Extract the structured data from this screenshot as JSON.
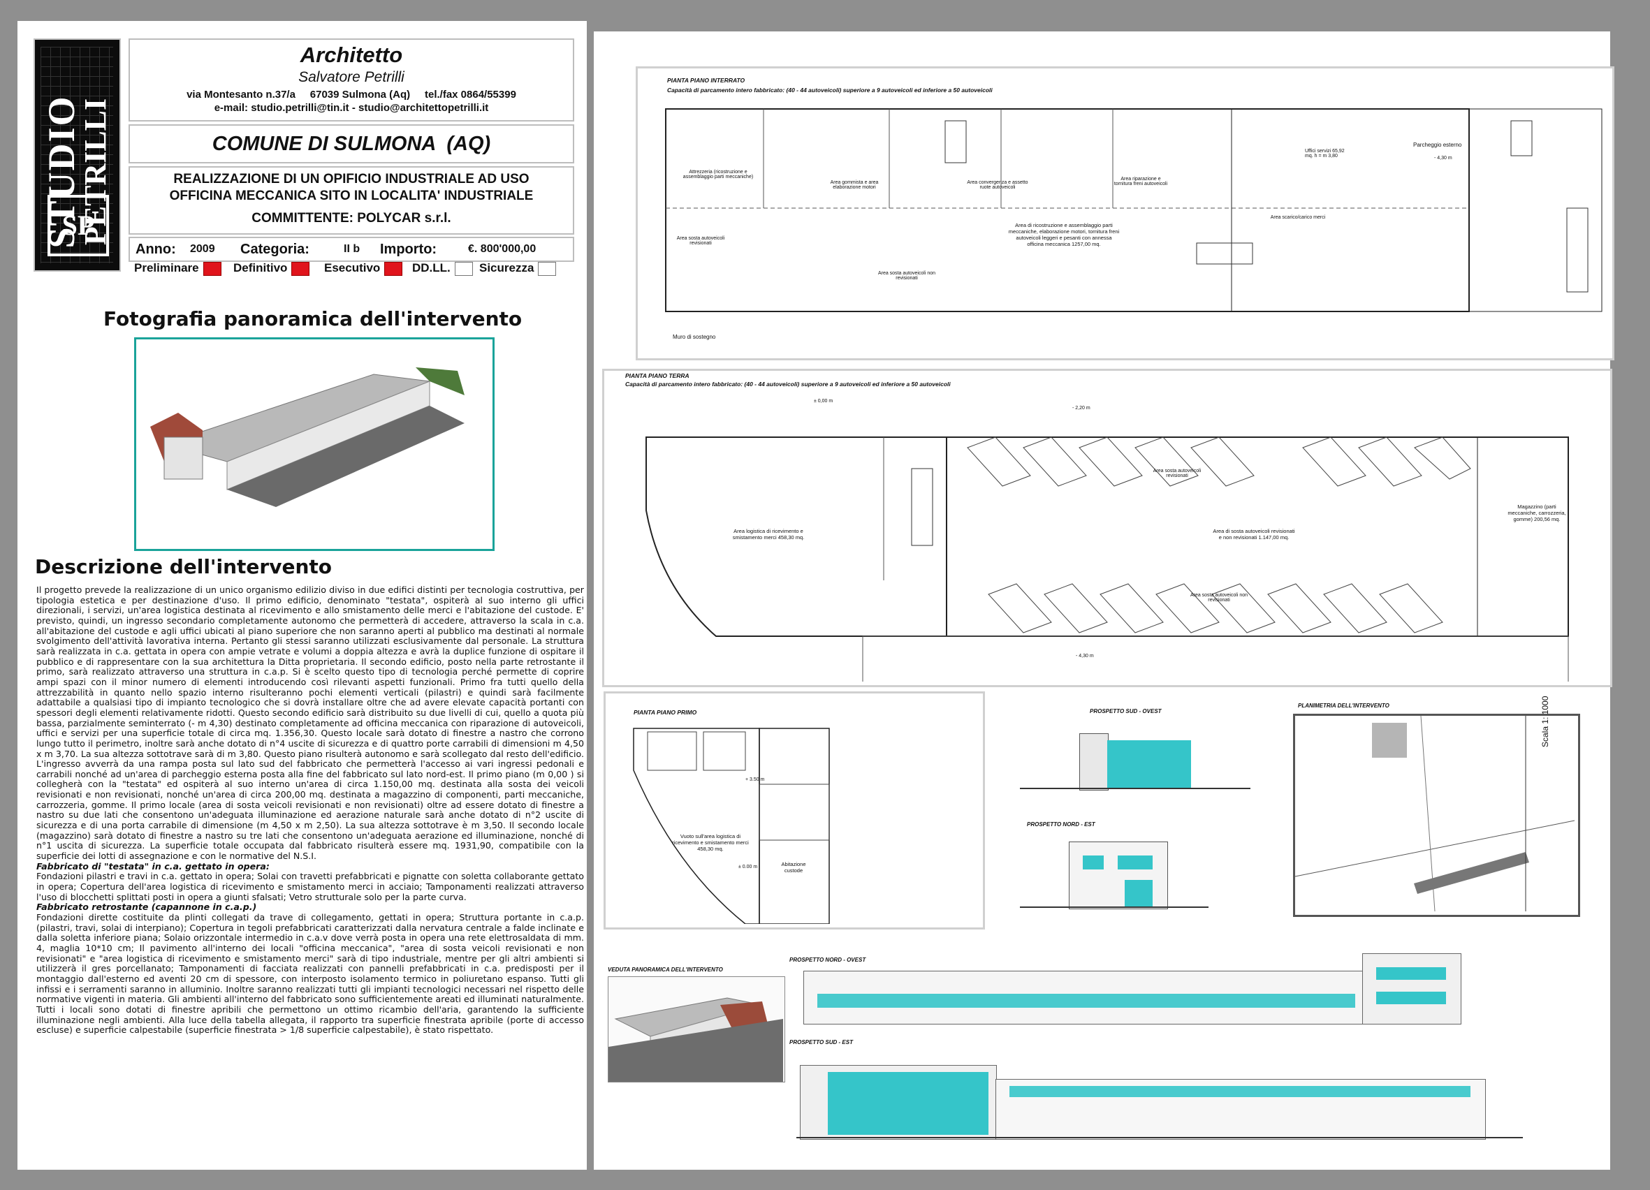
{
  "header": {
    "logo_line1": "STUDIO",
    "logo_line2": "PETRILLI",
    "logo_mark": "SP",
    "profession": "Architetto",
    "name": "Salvatore Petrilli",
    "address": "via Montesanto n.37/a     67039 Sulmona (Aq)     tel./fax 0864/55399",
    "email": "e-mail: studio.petrilli@tin.it - studio@architettopetrilli.it",
    "comune": "COMUNE DI SULMONA  (AQ)",
    "project_line1": "REALIZZAZIONE DI UN OPIFICIO INDUSTRIALE AD USO",
    "project_line2": "OFFICINA MECCANICA SITO IN LOCALITA' INDUSTRIALE",
    "committente": "COMMITTENTE: POLYCAR s.r.l."
  },
  "info": {
    "anno_label": "Anno:",
    "anno_value": "2009",
    "categoria_label": "Categoria:",
    "categoria_value": "II b",
    "importo_label": "Importo:",
    "importo_value": "€. 800'000,00"
  },
  "phases": [
    {
      "label": "Preliminare",
      "checked": true
    },
    {
      "label": "Definitivo",
      "checked": true
    },
    {
      "label": "Esecutivo",
      "checked": true
    },
    {
      "label": "DD.LL.",
      "checked": false
    },
    {
      "label": "Sicurezza",
      "checked": false
    }
  ],
  "photo": {
    "title": "Fotografia panoramica dell'intervento"
  },
  "description": {
    "title": "Descrizione dell'intervento",
    "p1": "Il progetto prevede la realizzazione di un unico organismo edilizio diviso in due edifici distinti per tecnologia costruttiva, per tipologia estetica e per destinazione d'uso. Il primo edificio, denominato \"testata\", ospiterà al suo interno gli uffici direzionali, i servizi, un'area logistica destinata al ricevimento e allo smistamento delle merci e l'abitazione del custode. E' previsto, quindi, un ingresso secondario completamente autonomo che permetterà di accedere, attraverso la scala in c.a. all'abitazione del custode e agli uffici ubicati al piano superiore che non saranno aperti al pubblico ma destinati al normale svolgimento dell'attività lavorativa interna. Pertanto gli stessi saranno utilizzati esclusivamente dal personale. La struttura sarà realizzata in c.a. gettata in opera con ampie vetrate e volumi a doppia altezza e avrà la duplice funzione di ospitare il pubblico e di rappresentare con la sua architettura la Ditta proprietaria. Il secondo edificio, posto nella parte retrostante il primo, sarà realizzato attraverso una struttura in c.a.p. Si è scelto questo tipo di tecnologia perché permette di coprire ampi spazi con il minor numero di elementi introducendo così rilevanti aspetti funzionali. Primo fra tutti quello della attrezzabilità in quanto nello spazio interno risulteranno pochi elementi verticali (pilastri) e quindi sarà facilmente adattabile a qualsiasi tipo di impianto tecnologico che si dovrà installare oltre che ad avere elevate capacità portanti con spessori degli elementi relativamente ridotti. Questo secondo edificio sarà distribuito su due livelli di cui, quello a quota più bassa, parzialmente seminterrato (- m 4,30) destinato completamente ad officina meccanica con riparazione di autoveicoli, uffici e servizi per una superficie totale di circa mq. 1.356,30.  Questo locale sarà dotato di finestre a nastro che corrono lungo tutto il perimetro, inoltre sarà anche dotato di n°4 uscite di sicurezza e di quattro porte carrabili di dimensioni m 4,50 x m 3,70. La sua altezza sottotrave sarà di m 3,80. Questo piano risulterà autonomo e sarà scollegato dal resto dell'edificio. L'ingresso avverrà da una rampa posta sul lato sud del fabbricato che permetterà l'accesso ai vari ingressi pedonali e carrabili nonché ad un'area di parcheggio esterna posta alla fine del fabbricato sul lato nord-est. Il primo piano (m 0,00 ) si collegherà con la \"testata\" ed ospiterà al suo interno un'area di circa 1.150,00 mq. destinata alla sosta dei veicoli revisionati e non revisionati, nonché un'area di circa 200,00 mq. destinata a magazzino di componenti, parti meccaniche, carrozzeria, gomme. Il primo locale (area di sosta veicoli revisionati e non revisionati) oltre ad essere dotato di finestre a nastro su due lati che consentono un'adeguata illuminazione ed aerazione naturale sarà anche dotato di n°2 uscite di sicurezza e di una porta carrabile di dimensione (m 4,50 x m 2,50). La sua altezza sottotrave è m 3,50.  Il secondo locale (magazzino) sarà dotato di finestre a nastro su tre lati che consentono un'adeguata aerazione ed illuminazione, nonché di n°1 uscita di sicurezza. La superficie totale occupata dal fabbricato risulterà essere mq. 1931,90, compatibile con la superficie dei lotti di assegnazione e con le normative del N.S.I.",
    "sub1": "Fabbricato di \"testata\" in c.a. gettato in opera:",
    "p2": "Fondazioni pilastri e travi in c.a. gettato in opera; Solai con travetti prefabbricati e pignatte con soletta collaborante gettato in opera; Copertura dell'area logistica di ricevimento e smistamento merci in acciaio; Tamponamenti realizzati attraverso l'uso di blocchetti splittati posti in opera a giunti sfalsati; Vetro strutturale solo per la parte curva.",
    "sub2": "Fabbricato retrostante (capannone in c.a.p.)",
    "p3": "Fondazioni dirette costituite da plinti collegati da trave di collegamento, gettati in opera; Struttura portante in c.a.p. (pilastri, travi, solai di interpiano); Copertura in tegoli prefabbricati caratterizzati dalla nervatura centrale a falde inclinate e dalla soletta inferiore piana; Solaio orizzontale intermedio in c.a.v dove verrà posta in opera una rete elettrosaldata di mm. 4, maglia 10*10 cm; Il pavimento all'interno dei locali \"officina meccanica\", \"area di sosta veicoli revisionati e non revisionati\" e \"area logistica di ricevimento e smistamento merci\" sarà di tipo industriale, mentre per gli altri ambienti si utilizzerà il gres porcellanato; Tamponamenti di facciata realizzati con pannelli prefabbricati in c.a. predisposti per il montaggio dall'esterno ed aventi 20 cm di spessore, con interposto isolamento termico in poliuretano espanso. Tutti gli infissi e i serramenti saranno in alluminio. Inoltre saranno realizzati tutti gli impianti tecnologici necessari nel rispetto delle normative vigenti in materia. Gli ambienti all'interno del fabbricato sono sufficientemente areati ed illuminati naturalmente. Tutti i locali sono dotati di finestre apribili che permettono un ottimo ricambio dell'aria, garantendo la sufficiente illuminazione negli ambienti. Alla luce della tabella allegata, il rapporto tra superficie finestrata apribile (porte di accesso escluse) e superficie calpestabile (superficie finestrata > 1/8 superficie calpestabile), è stato rispettato."
  },
  "drawings": {
    "interrato_title": "PIANTA PIANO INTERRATO",
    "interrato_sub": "Capacità di parcamento intero fabbricato: (40 - 44 autoveicoli) superiore a 9 autoveicoli ed inferiore a 50 autoveicoli",
    "interrato_labels": [
      "Attrezzeria (ricostruzione e assemblaggio parti meccaniche)",
      "Area gommista e area elaborazione motori",
      "Area convergenza e assetto ruote autoveicoli",
      "Area riparazione e tornitura freni autoveicoli",
      "Uffici servizi 65,92 mq. h = m 3,80",
      "Parcheggio esterno",
      "Area di ricostruzione e assemblaggio parti meccaniche, elaborazione motori, tornitura freni autoveicoli leggeri e pesanti con annessa officina meccanica 1257,00 mq.",
      "Area sosta autoveicoli revisionati",
      "Area sosta autoveicoli non revisionati",
      "Area scarico/carico merci",
      "Muro di sostegno",
      "- 4,30 m"
    ],
    "terra_title": "PIANTA PIANO TERRA",
    "terra_sub": "Capacità di parcamento intero fabbricato: (40 - 44 autoveicoli) superiore a 9 autoveicoli ed inferiore a 50 autoveicoli",
    "terra_labels": [
      "Area logistica di ricevimento e smistamento merci 458,30 mq.",
      "Area di sosta autoveicoli revisionati e non revisionati 1.147,00 mq.",
      "Magazzino (parti meccaniche, carrozzeria, gomme) 200,56 mq.",
      "Area sosta autoveicoli revisionati",
      "Area sosta autoveicoli non revisionati",
      "± 0,00 m",
      "- 2,20 m",
      "- 4,30 m"
    ],
    "primo_title": "PIANTA PIANO PRIMO",
    "primo_labels": [
      "Vuoto sull'area logistica di ricevimento e smistamento merci 458,30 mq.",
      "Abitazione custode",
      "+ 3.50 m",
      "± 0.00 m"
    ],
    "prospetto_so": "PROSPETTO SUD - OVEST",
    "prospetto_ne": "PROSPETTO NORD - EST",
    "planimetria": "PLANIMETRIA DELL'INTERVENTO",
    "scala": "Scala 1: 1000",
    "veduta": "VEDUTA PANORAMICA DELL'INTERVENTO",
    "prospetto_no": "PROSPETTO NORD - OVEST",
    "prospetto_se": "PROSPETTO SUD - EST"
  },
  "colors": {
    "accent": "#35c5c9",
    "frame": "#8f8f8f",
    "check": "#e0141c"
  }
}
